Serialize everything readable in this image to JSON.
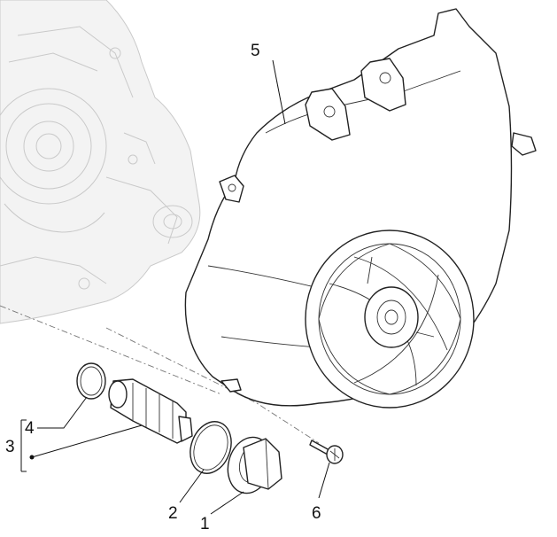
{
  "callouts": {
    "cover": "5",
    "cap": "1",
    "oring_large": "2",
    "filter_group": "3",
    "oring_small": "4",
    "screw": "6"
  },
  "colors": {
    "line": "#222222",
    "ghost": "#c9c9c9",
    "background": "#ffffff"
  }
}
